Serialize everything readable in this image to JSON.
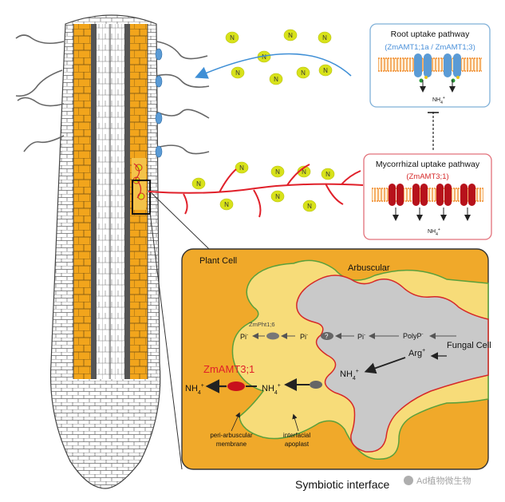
{
  "nutrient_label": "N",
  "root_pathway": {
    "title": "Root uptake pathway",
    "genes": "(ZmAMT1;1a / ZmAMT1;3)",
    "ion": "NH",
    "ion_sup": "+",
    "ion_sub": "4"
  },
  "myc_pathway": {
    "title": "Mycorrhizal uptake pathway",
    "gene": "(ZmAMT3;1)",
    "ion": "NH",
    "ion_sup": "+",
    "ion_sub": "4"
  },
  "interface": {
    "plant_cell": "Plant Cell",
    "arbuscular": "Arbuscular",
    "fungal_cell": "Fungal Cell",
    "pht_label": "ZmPht1;6",
    "pi_plant": "Pi",
    "pi_apoplast": "Pi",
    "pi_fungal": "Pi",
    "pi_sup": "-",
    "question": "?",
    "polyp": "PolyP",
    "polyp_sup": "-",
    "arg": "Arg",
    "arg_sup": "+",
    "amt_label": "ZmAMT3;1",
    "nh4_plant": "NH",
    "nh4_apoplast": "NH",
    "nh4_fungal": "NH",
    "nh4_sup": "+",
    "nh4_sub": "4",
    "membrane_label_1": "peri-arbuscular",
    "membrane_label_2": "membrane",
    "apoplast_label_1": "interfacial",
    "apoplast_label_2": "apoplast",
    "caption": "Symbiotic interface"
  },
  "watermark": "Ad植物微生物",
  "colors": {
    "cortex": "#f2a51c",
    "plant_cell_bg": "#f0a92a",
    "apoplast": "#f7dc79",
    "fungus": "#c9c9c9",
    "hypha": "#e0202a",
    "root_transporter": "#5b9bd5",
    "myc_transporter": "#b7121b",
    "nutrient": "#d8e21a",
    "membrane": "#f7a24b"
  }
}
